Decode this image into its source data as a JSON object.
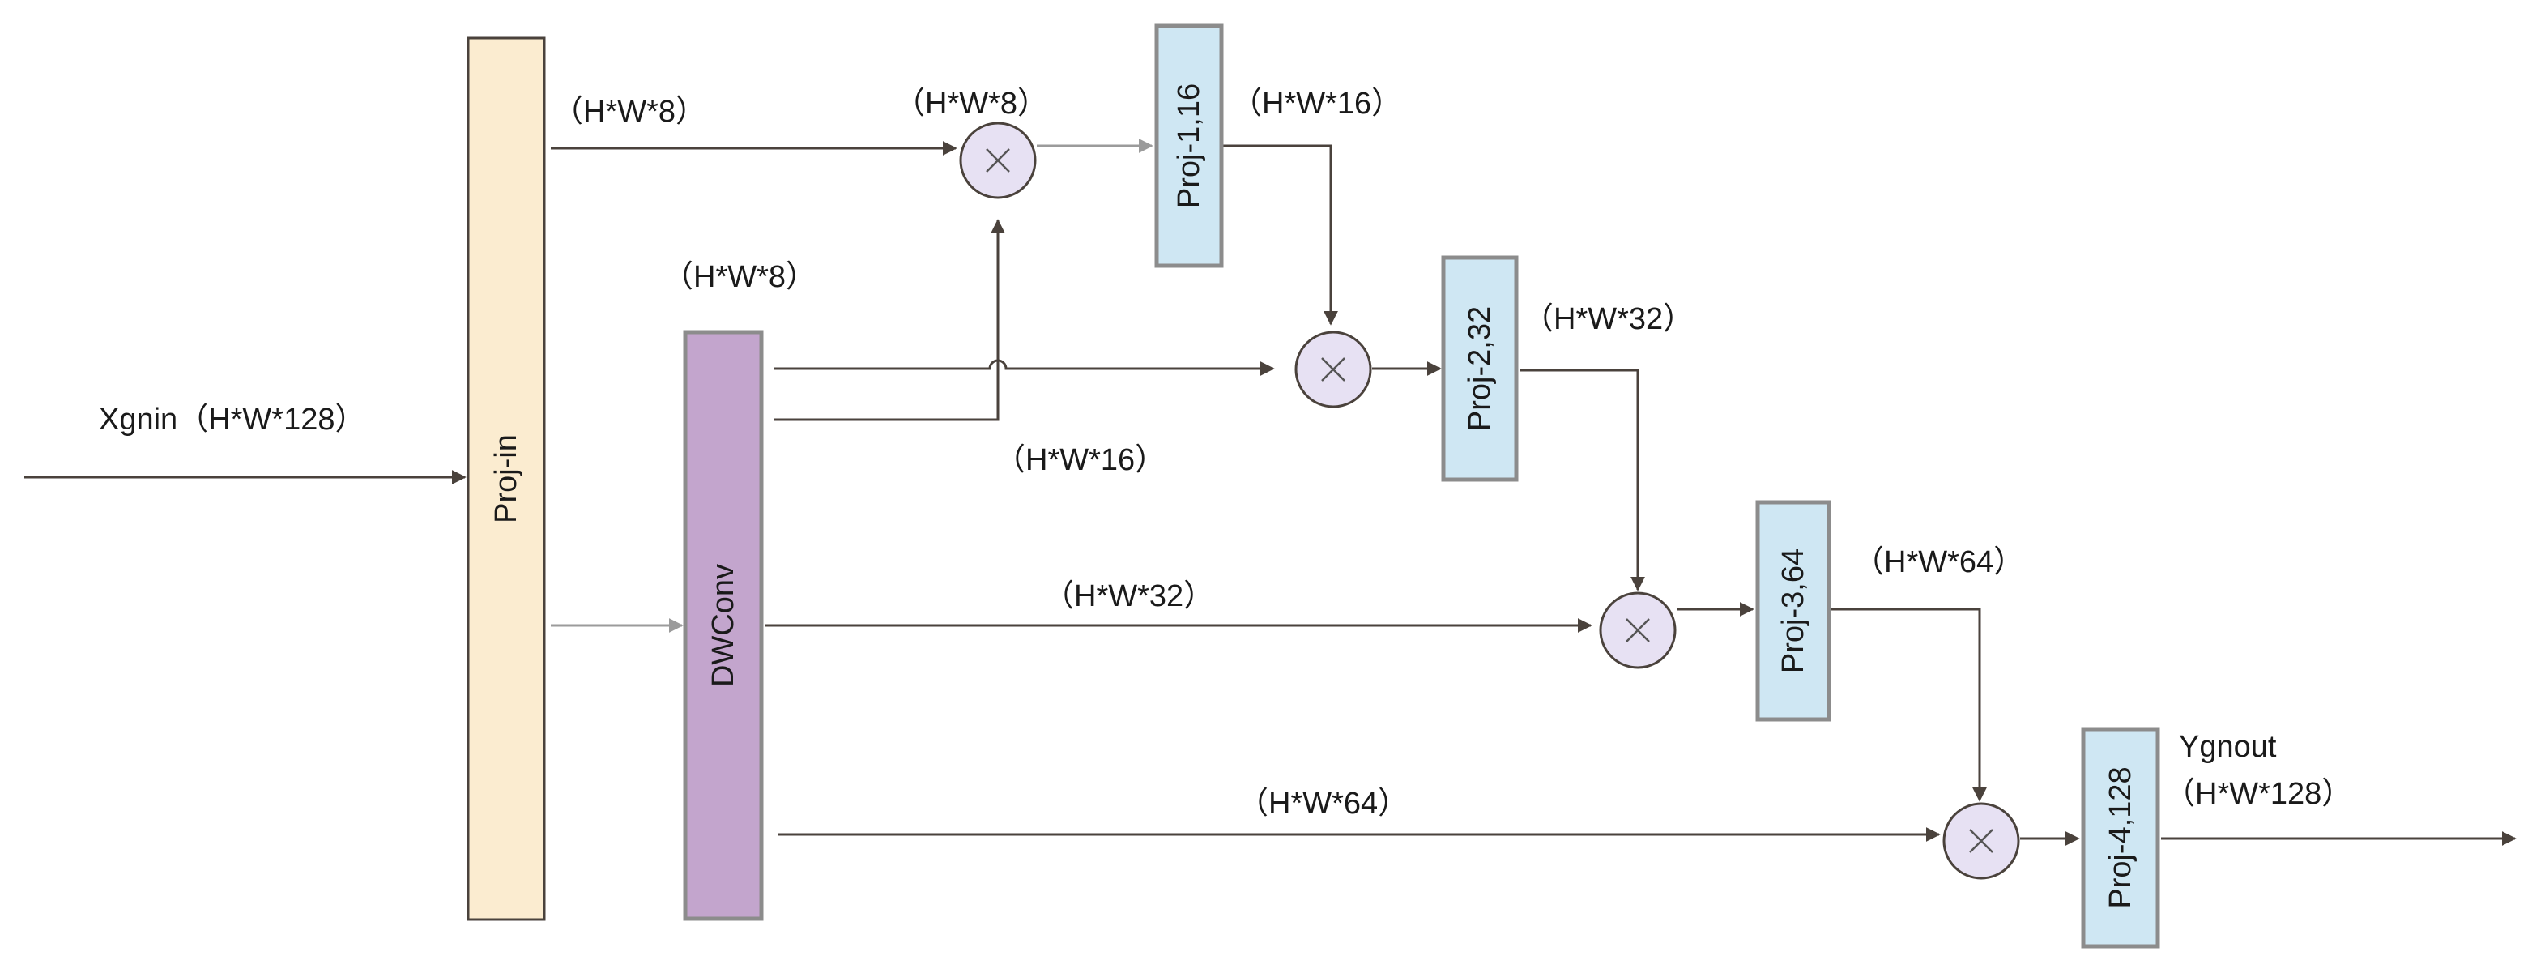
{
  "blocks": {
    "proj_in": {
      "label": "Proj-in",
      "fill": "#fbecd0",
      "stroke": "#4a423c"
    },
    "dwconv": {
      "label": "DWConv",
      "fill": "#c3a5cd",
      "stroke": "#8c8c8c"
    },
    "proj1": {
      "label": "Proj-1,16",
      "fill": "#cfe7f3",
      "stroke": "#8c8c8c"
    },
    "proj2": {
      "label": "Proj-2,32",
      "fill": "#cfe7f3",
      "stroke": "#8c8c8c"
    },
    "proj3": {
      "label": "Proj-3,64",
      "fill": "#cfe7f3",
      "stroke": "#8c8c8c"
    },
    "proj4": {
      "label": "Proj-4,128",
      "fill": "#cfe7f3",
      "stroke": "#8c8c8c"
    }
  },
  "labels": {
    "input": "Xgnin（H*W*128）",
    "top_hw8": "（H*W*8）",
    "mul1_hw8": "（H*W*8）",
    "proj1_out": "（H*W*16）",
    "dw_hw8": "（H*W*8）",
    "proj2_out": "（H*W*32）",
    "dw_hw16": "（H*W*16）",
    "dw_hw32": "（H*W*32）",
    "proj3_out": "（H*W*64）",
    "dw_hw64": "（H*W*64）",
    "output_name": "Ygnout",
    "output_dim": "（H*W*128）"
  },
  "icons": {
    "multiply": "multiply-circle-icon"
  }
}
